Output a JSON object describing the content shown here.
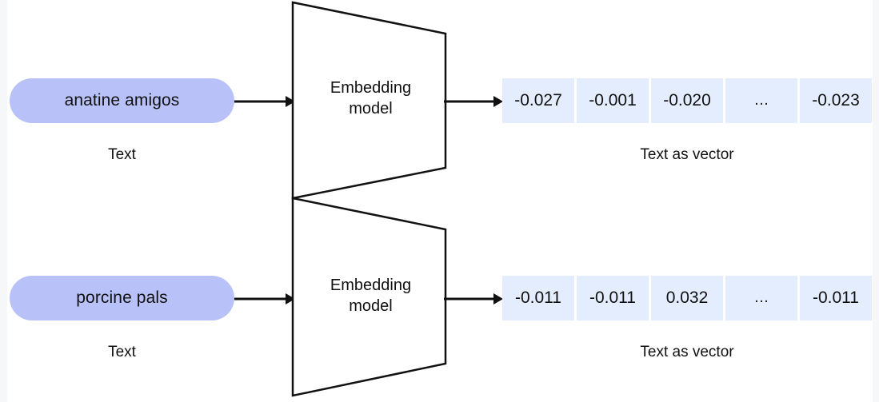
{
  "diagram": {
    "title": "Embedding model text-to-vector diagram",
    "colors": {
      "pill_fill": "#b8c2f8",
      "vector_cell_fill": "#e3edfd",
      "stroke": "#111111",
      "background": "#ffffff",
      "edge_strip": "#f6f7f9"
    },
    "rows": [
      {
        "input_text": "anatine amigos",
        "input_caption": "Text",
        "model_label_line1": "Embedding",
        "model_label_line2": "model",
        "vector_caption": "Text as vector",
        "vector_values": [
          "-0.027",
          "-0.001",
          "-0.020",
          "…",
          "-0.023"
        ]
      },
      {
        "input_text": "porcine pals",
        "input_caption": "Text",
        "model_label_line1": "Embedding",
        "model_label_line2": "model",
        "vector_caption": "Text as vector",
        "vector_values": [
          "-0.011",
          "-0.011",
          "0.032",
          "…",
          "-0.011"
        ]
      }
    ]
  }
}
